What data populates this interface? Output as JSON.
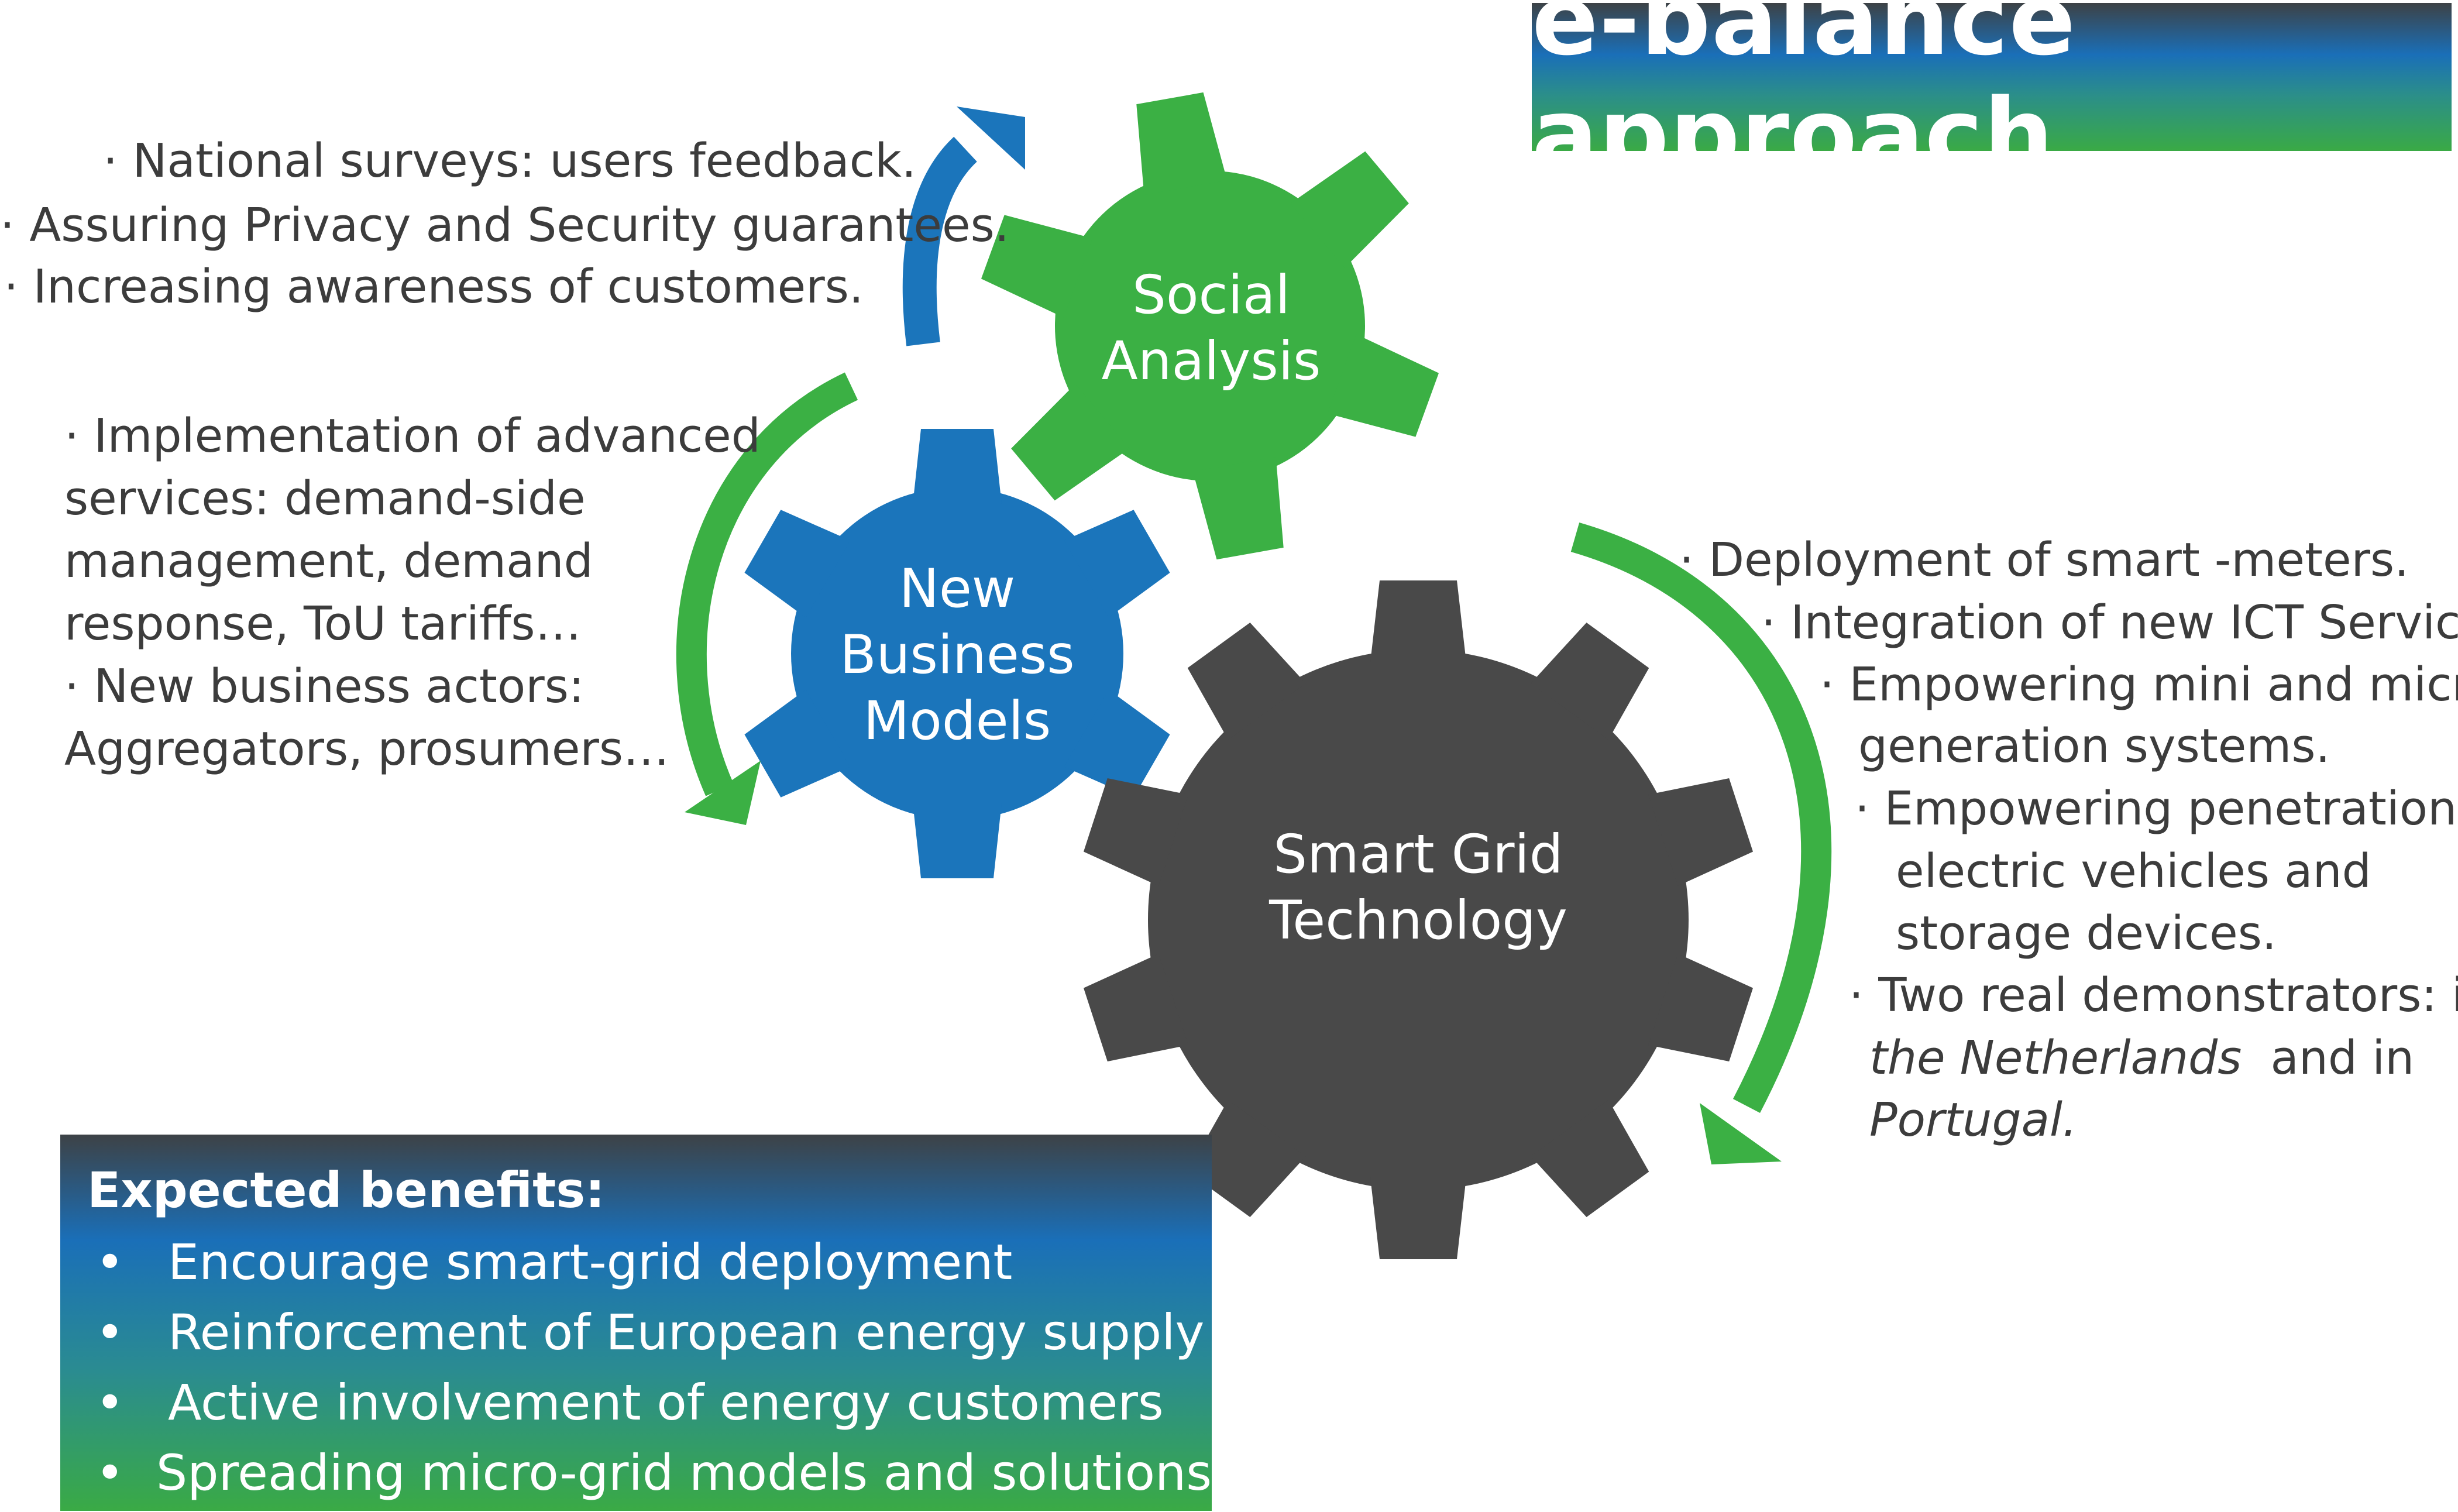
{
  "title": "e-balance approach",
  "colors": {
    "green": "#3bb044",
    "blue": "#1b75bb",
    "dark": "#494949",
    "text": "#3c3c3c"
  },
  "gears": {
    "social": [
      "Social",
      "Analysis"
    ],
    "business": [
      "New",
      "Business",
      "Models"
    ],
    "smart_grid": [
      "Smart Grid",
      "Technology"
    ]
  },
  "social_points": [
    "· National surveys: users feedback.",
    "· Assuring Privacy and Security guarantees.",
    "· Increasing awareness of customers."
  ],
  "business_points": [
    "· Implementation of advanced",
    "services: demand-side",
    "management, demand",
    "response, ToU tariffs…",
    "· New business actors:",
    "Aggregators, prosumers…"
  ],
  "technology_points": [
    "· Deployment of smart -meters.",
    "· Integration of new ICT Services.",
    "· Empowering mini and micro",
    "generation systems.",
    "· Empowering penetration of",
    "electric vehicles and",
    "storage devices.",
    "· Two real demonstrators: in",
    "the Netherlands",
    "and in",
    "Portugal."
  ],
  "benefits": {
    "heading": "Expected benefits:",
    "bullet": "•",
    "items": [
      "Encourage smart-grid deployment",
      "Reinforcement of European energy supply",
      "Active involvement of energy customers",
      "Spreading micro-grid models and solutions"
    ]
  }
}
